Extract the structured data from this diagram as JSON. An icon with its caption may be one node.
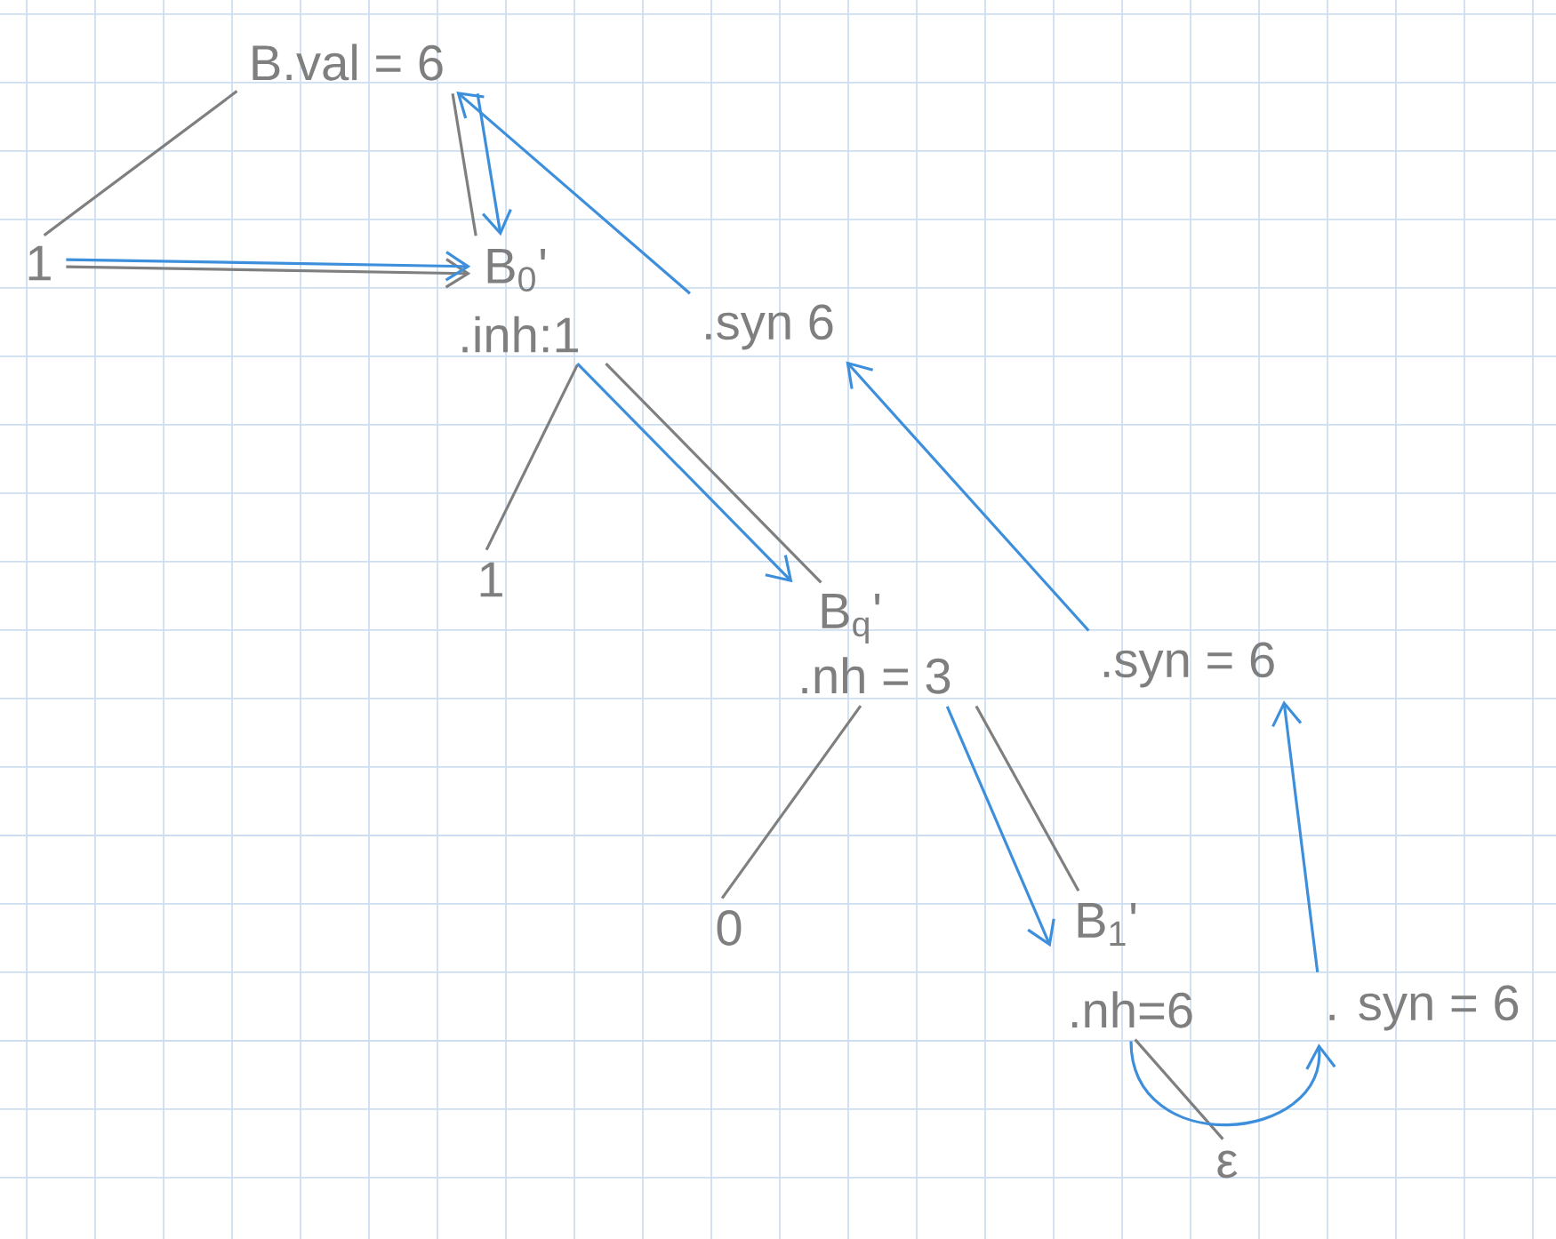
{
  "diagram": {
    "nodes": [
      {
        "text": [
          "B.val = 6"
        ]
      },
      {
        "text": [
          "1"
        ]
      },
      {
        "text": [
          "B$_{0}$'"
        ]
      },
      {
        "text": [
          ".inh:1"
        ]
      },
      {
        "text": [
          ".syn 6"
        ]
      },
      {
        "text": [
          "1"
        ]
      },
      {
        "text": [
          "B$_{q}$'"
        ]
      },
      {
        "text": [
          ".nh = 3"
        ]
      },
      {
        "text": [
          ".syn = 6"
        ]
      },
      {
        "text": [
          "0"
        ]
      },
      {
        "text": [
          "B$_{1}$'"
        ]
      },
      {
        "text": [
          ".nh=6"
        ]
      },
      {
        "text": [
          ". syn = 6"
        ]
      },
      {
        "text": [
          "ε"
        ]
      }
    ],
    "edges": [
      {
        "from": 0,
        "to": 1,
        "arrow": "none"
      },
      {
        "from": 0,
        "to": 2,
        "arrow": "none"
      },
      {
        "from": 3,
        "to": 5,
        "arrow": "none"
      },
      {
        "from": 3,
        "to": 6,
        "arrow": "none"
      },
      {
        "from": 7,
        "to": 9,
        "arrow": "none"
      },
      {
        "from": 7,
        "to": 10,
        "arrow": "none"
      },
      {
        "from": 11,
        "to": 13,
        "arrow": "none"
      },
      {
        "from": 1,
        "to": 2,
        "arrow": "to"
      },
      {
        "from": 1,
        "to": 2,
        "arrow": "to",
        "color": "#3d8fdc"
      },
      {
        "from": 0,
        "to": 2,
        "arrow": "to",
        "color": "#3d8fdc"
      },
      {
        "from": 4,
        "to": 0,
        "arrow": "to",
        "color": "#3d8fdc"
      },
      {
        "from": 3,
        "to": 6,
        "arrow": "to",
        "color": "#3d8fdc"
      },
      {
        "from": 8,
        "to": 4,
        "arrow": "to",
        "color": "#3d8fdc"
      },
      {
        "from": 7,
        "to": 10,
        "arrow": "to",
        "color": "#3d8fdc"
      },
      {
        "from": 12,
        "to": 8,
        "arrow": "to",
        "color": "#3d8fdc"
      },
      {
        "from": 11,
        "to": 12,
        "arrow": "to",
        "color": "#3d8fdc"
      }
    ]
  }
}
